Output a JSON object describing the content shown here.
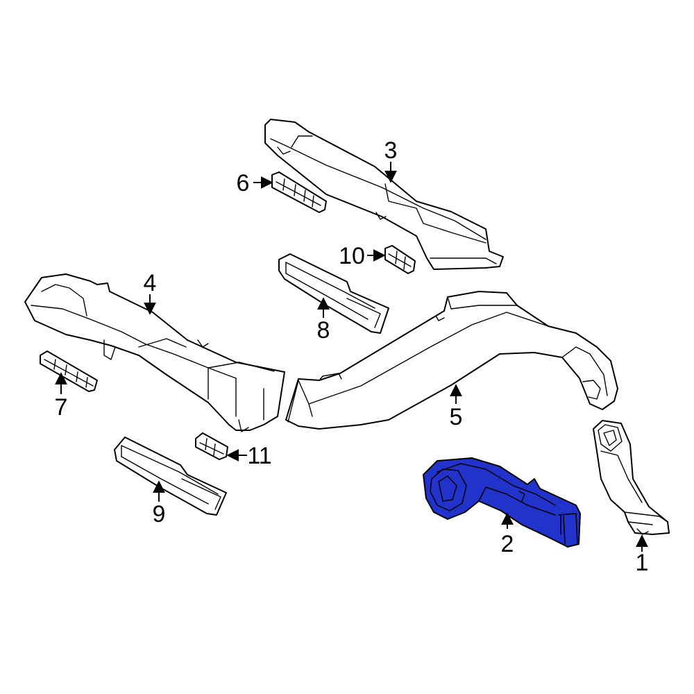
{
  "callouts": [
    {
      "id": "1",
      "text": "1"
    },
    {
      "id": "2",
      "text": "2"
    },
    {
      "id": "3",
      "text": "3"
    },
    {
      "id": "4",
      "text": "4"
    },
    {
      "id": "5",
      "text": "5"
    },
    {
      "id": "6",
      "text": "6"
    },
    {
      "id": "7",
      "text": "7"
    },
    {
      "id": "8",
      "text": "8"
    },
    {
      "id": "9",
      "text": "9"
    },
    {
      "id": "10",
      "text": "10"
    },
    {
      "id": "11",
      "text": "11"
    }
  ],
  "highlighted_part": "2",
  "colors": {
    "highlight": "#2233cc",
    "line": "#000000",
    "part_fill": "#ffffff",
    "background": "#ffffff"
  }
}
